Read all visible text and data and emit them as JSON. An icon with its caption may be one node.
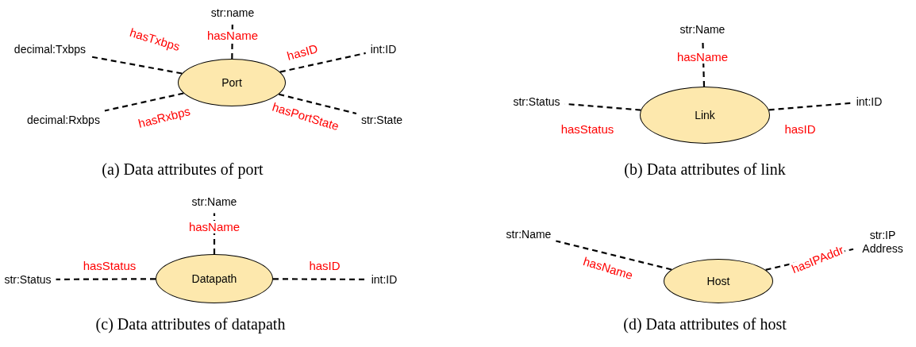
{
  "diagram": {
    "nodes": [
      {
        "text": [
          "str:name"
        ]
      },
      {
        "text": [
          "decimal:Txbps"
        ]
      },
      {
        "text": [
          "int:ID"
        ]
      },
      {
        "text": [
          "Port"
        ]
      },
      {
        "text": [
          "decimal:Rxbps"
        ]
      },
      {
        "text": [
          "str:State"
        ]
      },
      {
        "text": [
          "str:Name"
        ]
      },
      {
        "text": [
          "str:Status"
        ]
      },
      {
        "text": [
          "Link"
        ]
      },
      {
        "text": [
          "int:ID"
        ]
      },
      {
        "text": [
          "str:Name"
        ]
      },
      {
        "text": [
          "str:Status"
        ]
      },
      {
        "text": [
          "Datapath"
        ]
      },
      {
        "text": [
          "int:ID"
        ]
      },
      {
        "text": [
          "str:Name"
        ]
      },
      {
        "text": [
          "str:IP Address"
        ]
      },
      {
        "text": [
          "Host"
        ]
      }
    ],
    "edges": [
      {
        "from": 3,
        "to": 0,
        "arrow": "none",
        "label": "hasName",
        "style": "dashed"
      },
      {
        "from": 3,
        "to": 1,
        "arrow": "none",
        "label": "hasTxbps",
        "style": "dashed"
      },
      {
        "from": 3,
        "to": 2,
        "arrow": "none",
        "label": "hasID",
        "style": "dashed"
      },
      {
        "from": 3,
        "to": 4,
        "arrow": "none",
        "label": "hasRxbps",
        "style": "dashed"
      },
      {
        "from": 3,
        "to": 5,
        "arrow": "none",
        "label": "hasPortState",
        "style": "dashed"
      },
      {
        "from": 8,
        "to": 6,
        "arrow": "none",
        "label": "hasName",
        "style": "dashed"
      },
      {
        "from": 8,
        "to": 7,
        "arrow": "none",
        "label": "hasStatus",
        "style": "dashed"
      },
      {
        "from": 8,
        "to": 9,
        "arrow": "none",
        "label": "hasID",
        "style": "dashed"
      },
      {
        "from": 12,
        "to": 10,
        "arrow": "none",
        "label": "hasName",
        "style": "dashed"
      },
      {
        "from": 12,
        "to": 11,
        "arrow": "none",
        "label": "hasStatus",
        "style": "dashed"
      },
      {
        "from": 12,
        "to": 13,
        "arrow": "none",
        "label": "hasID",
        "style": "dashed"
      },
      {
        "from": 16,
        "to": 14,
        "arrow": "none",
        "label": "hasName",
        "style": "dashed"
      },
      {
        "from": 16,
        "to": 15,
        "arrow": "none",
        "label": "hasIPAddr",
        "style": "dashed"
      }
    ],
    "labels": [
      "(a) Data attributes of port",
      "(b) Data attributes of link",
      "(c) Data attributes of datapath",
      "(d) Data attributes of host"
    ]
  }
}
